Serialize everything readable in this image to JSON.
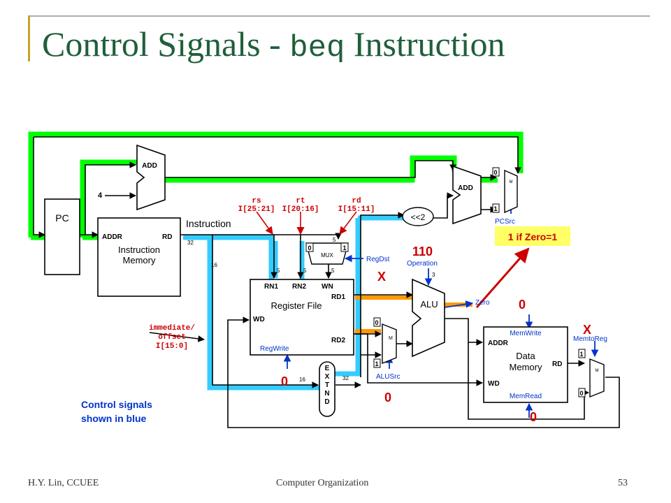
{
  "slide": {
    "title_prefix": "Control Signals - ",
    "title_code": "beq",
    "title_suffix": " Instruction",
    "footer_left": "H.Y. Lin, CCUEE",
    "footer_center": "Computer Organization",
    "footer_right": "53"
  },
  "colors": {
    "accent_green": "#2a6b45",
    "title": "#1f5f3a",
    "active_path": "#00ff00",
    "alt_path": "#33ccff",
    "control": "#0033cc",
    "value": "#cc0000",
    "orange": "#ff9900"
  },
  "diagram": {
    "pc": "PC",
    "four": "4",
    "add_top": "ADD",
    "add_right": "ADD",
    "shift": "<<2",
    "instr_mem_addr": "ADDR",
    "instr_mem_rd": "RD",
    "instr_mem_name1": "Instruction",
    "instr_mem_name2": "Memory",
    "instruction": "Instruction",
    "bus32": "32",
    "bus16": "16",
    "bus5a": "5",
    "bus5b": "5",
    "bus5c": "5",
    "bus5d": "5",
    "bus3": "3",
    "ext_in": "16",
    "ext_out": "32",
    "rs": "rs",
    "rs_bits": "I[25:21]",
    "rt": "rt",
    "rt_bits": "I[20:16]",
    "rd": "rd",
    "rd_bits": "I[15:11]",
    "imm1": "immediate/",
    "imm2": "offset",
    "imm3": "I[15:0]",
    "regfile": "Register File",
    "rn1": "RN1",
    "rn2": "RN2",
    "wn": "WN",
    "rd1": "RD1",
    "rd2": "RD2",
    "wd": "WD",
    "regwrite": "RegWrite",
    "regdst": "RegDst",
    "mux_label": "MUX",
    "mux0": "0",
    "mux1": "1",
    "alu": "ALU",
    "operation": "Operation",
    "zero": "Zero",
    "alusrc": "ALUSrc",
    "extend": "EXTND",
    "datamem1": "Data",
    "datamem2": "Memory",
    "dm_addr": "ADDR",
    "dm_rd": "RD",
    "dm_wd": "WD",
    "memwrite": "MemWrite",
    "memread": "MemRead",
    "memtoreg": "MemtoReg",
    "pcsrc": "PCSrc",
    "pcsrc_value": "1 if Zero=1",
    "regdst_val": "X",
    "op_val": "110",
    "regwrite_val": "0",
    "alusrc_val": "0",
    "memwrite_val": "0",
    "memread_val": "0",
    "memtoreg_val": "X",
    "note1": "Control signals",
    "note2": "shown in blue"
  }
}
